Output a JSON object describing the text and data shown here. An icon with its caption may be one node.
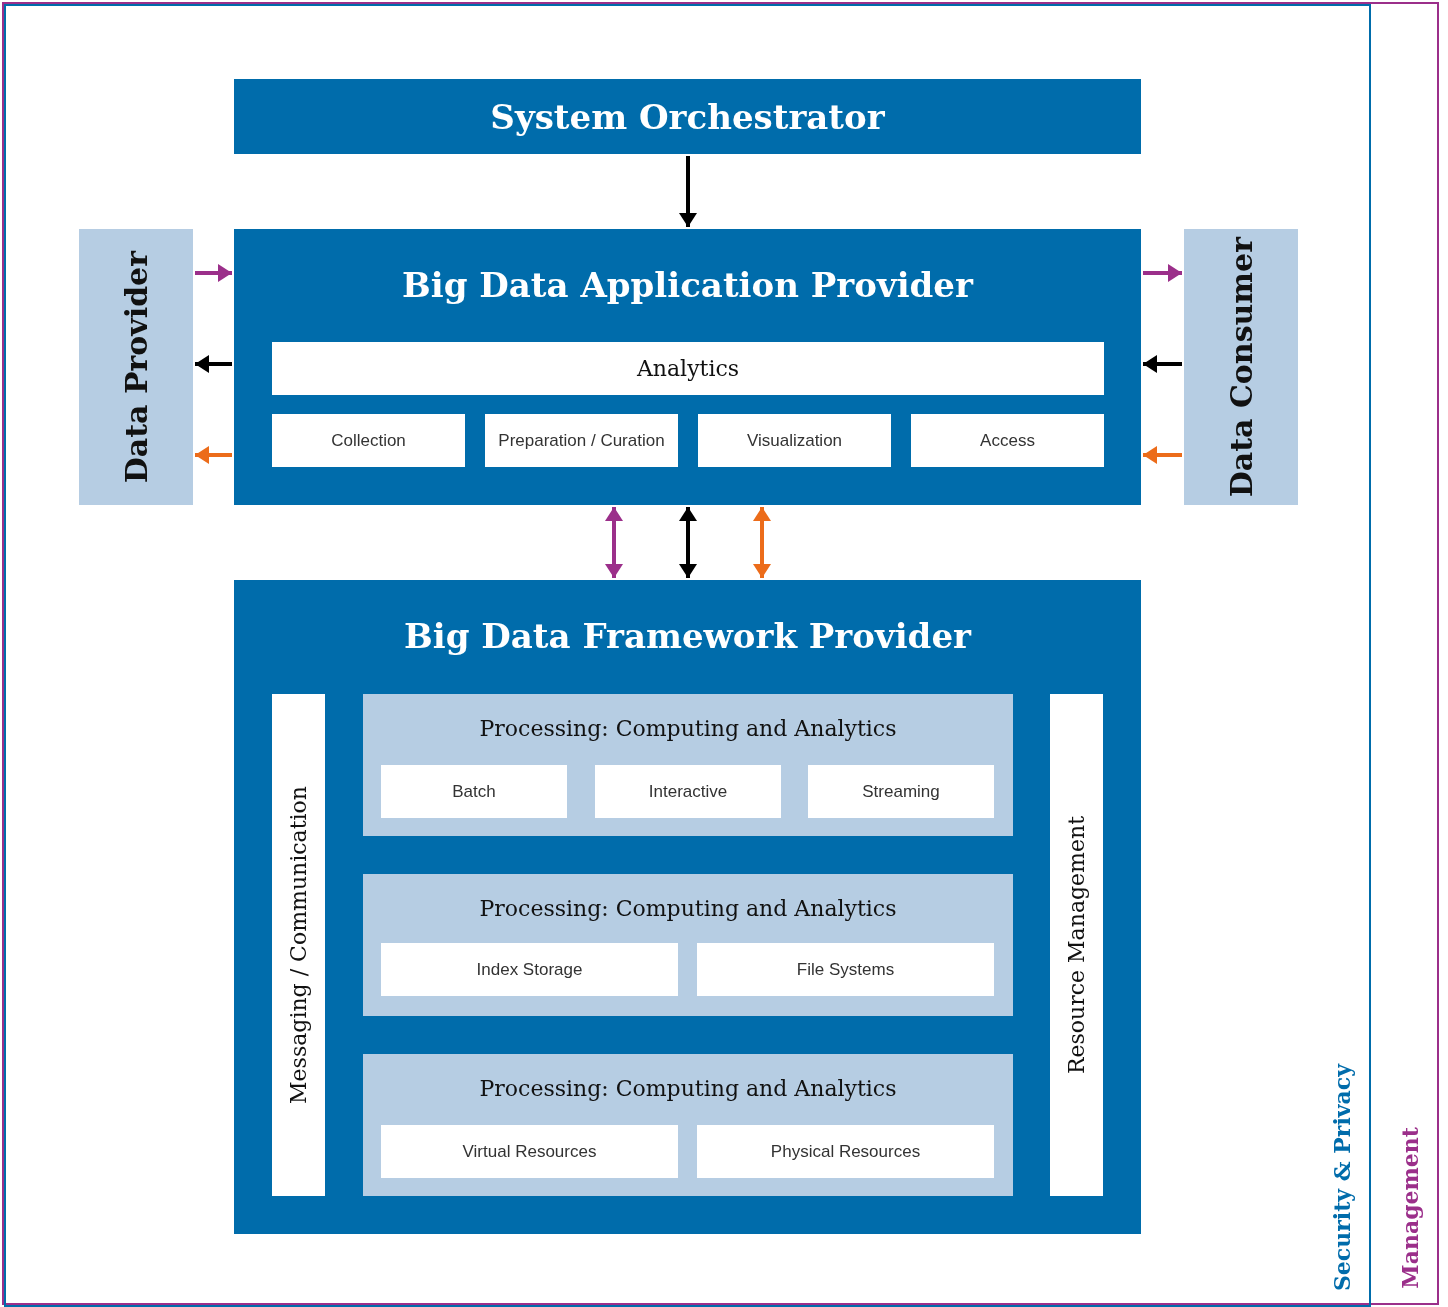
{
  "diagram": {
    "nodes": [
      {
        "text": [
          "Management"
        ]
      },
      {
        "text": [
          "Security & Privacy"
        ],
        "in": 0
      },
      {
        "text": [
          "System Orchestrator"
        ],
        "in": 1
      },
      {
        "text": [
          "Data Provider"
        ],
        "in": 1
      },
      {
        "text": [
          "Big Data Application Provider"
        ],
        "in": 1
      },
      {
        "text": [
          "Analytics"
        ],
        "in": 4
      },
      {
        "text": [
          "Collection"
        ],
        "in": 4
      },
      {
        "text": [
          "Preparation / Curation"
        ],
        "in": 4
      },
      {
        "text": [
          "Visualization"
        ],
        "in": 4
      },
      {
        "text": [
          "Access"
        ],
        "in": 4
      },
      {
        "text": [
          "Data Consumer"
        ],
        "in": 1
      },
      {
        "text": [
          "Big Data Framework Provider"
        ],
        "in": 1
      },
      {
        "text": [
          "Messaging / Communication"
        ],
        "in": 11
      },
      {
        "text": [
          "Processing: Computing and Analytics"
        ],
        "in": 11
      },
      {
        "text": [
          "Batch"
        ],
        "in": 13
      },
      {
        "text": [
          "Interactive"
        ],
        "in": 13
      },
      {
        "text": [
          "Streaming"
        ],
        "in": 13
      },
      {
        "text": [
          "Processing: Computing and Analytics"
        ],
        "in": 11
      },
      {
        "text": [
          "Index Storage"
        ],
        "in": 17
      },
      {
        "text": [
          "File Systems"
        ],
        "in": 17
      },
      {
        "text": [
          "Processing: Computing and Analytics"
        ],
        "in": 11
      },
      {
        "text": [
          "Virtual Resources"
        ],
        "in": 20
      },
      {
        "text": [
          "Physical Resources"
        ],
        "in": 20
      },
      {
        "text": [
          "Resource Management"
        ],
        "in": 11
      }
    ],
    "edges": [
      {
        "from": 2,
        "to": 4,
        "arrow": "to",
        "color": "#000000"
      },
      {
        "from": 3,
        "to": 4,
        "arrow": "to",
        "color": "#9b2f8a"
      },
      {
        "from": 4,
        "to": 3,
        "arrow": "to",
        "color": "#000000"
      },
      {
        "from": 4,
        "to": 3,
        "arrow": "to",
        "color": "#ec6c1a"
      },
      {
        "from": 4,
        "to": 10,
        "arrow": "to",
        "color": "#9b2f8a"
      },
      {
        "from": 10,
        "to": 4,
        "arrow": "to",
        "color": "#000000"
      },
      {
        "from": 10,
        "to": 4,
        "arrow": "to",
        "color": "#ec6c1a"
      },
      {
        "from": 4,
        "to": 11,
        "arrow": "both",
        "color": "#9b2f8a"
      },
      {
        "from": 4,
        "to": 11,
        "arrow": "both",
        "color": "#000000"
      },
      {
        "from": 4,
        "to": 11,
        "arrow": "both",
        "color": "#ec6c1a"
      }
    ]
  }
}
